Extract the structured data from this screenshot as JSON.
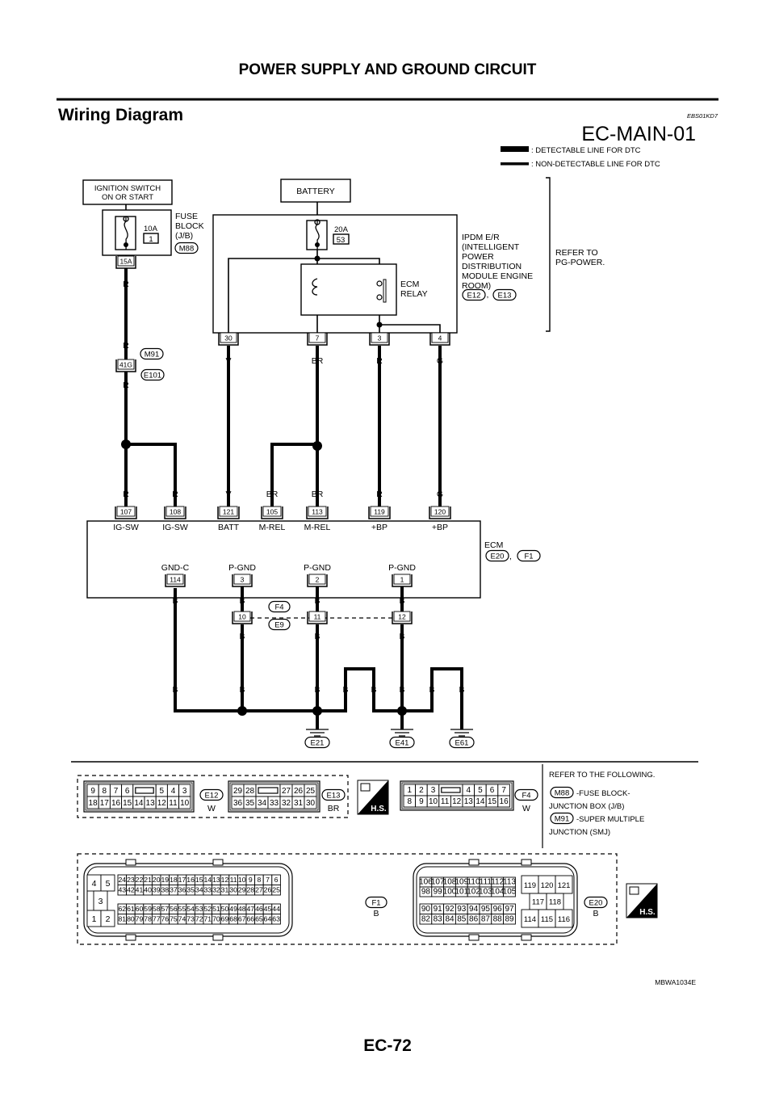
{
  "page": {
    "section_title": "POWER SUPPLY AND GROUND CIRCUIT",
    "heading": "Wiring Diagram",
    "ref_code": "EBS01KD7",
    "diagram_id": "EC-MAIN-01",
    "figure_code": "MBWA1034E",
    "page_number": "EC-72"
  },
  "legend": {
    "detectable": ": DETECTABLE LINE FOR DTC",
    "non_detectable": ": NON-DETECTABLE LINE FOR DTC"
  },
  "components": {
    "ignition_switch": [
      "IGNITION SWITCH",
      "ON OR START"
    ],
    "fuse_block": {
      "lines": [
        "FUSE",
        "BLOCK",
        "(J/B)"
      ],
      "connector": "M88",
      "fuse_rating": "10A",
      "fuse_no": "1",
      "terminal": "15A"
    },
    "battery": "BATTERY",
    "ipdm": {
      "lines": [
        "IPDM E/R",
        "(INTELLIGENT",
        "POWER",
        "DISTRIBUTION",
        "MODULE ENGINE",
        "ROOM)"
      ],
      "connectors": [
        "E12",
        "E13"
      ],
      "fuse_rating": "20A",
      "fuse_no": "53",
      "relay": [
        "ECM",
        "RELAY"
      ],
      "pins": [
        "30",
        "7",
        "3",
        "4"
      ],
      "wire_colors": [
        "V",
        "BR",
        "R",
        "G"
      ]
    },
    "refer": [
      "REFER TO",
      "PG-POWER."
    ],
    "joint": {
      "terminal": "41G",
      "connectors": [
        "M91",
        "E101"
      ],
      "wire_colors": [
        "R",
        "R",
        "R"
      ]
    },
    "ecm": {
      "label": "ECM",
      "connectors": [
        "E20",
        "F1"
      ],
      "comma": ",",
      "top_pins": [
        "107",
        "108",
        "121",
        "105",
        "113",
        "119",
        "120"
      ],
      "top_names": [
        "IG-SW",
        "IG-SW",
        "BATT",
        "M-REL",
        "M-REL",
        "+BP",
        "+BP"
      ],
      "top_colors": [
        "R",
        "R",
        "V",
        "BR",
        "BR",
        "R",
        "G"
      ],
      "bottom_pins": [
        "114",
        "3",
        "2",
        "1"
      ],
      "bottom_names": [
        "GND-C",
        "P-GND",
        "P-GND",
        "P-GND"
      ],
      "bottom_colors": [
        "B",
        "B",
        "B",
        "B"
      ]
    },
    "inline": {
      "connectors": [
        "F4",
        "E9"
      ],
      "pins": [
        "10",
        "11",
        "12"
      ],
      "colors": [
        "B",
        "B",
        "B"
      ]
    },
    "ground_colors": [
      "B",
      "B",
      "B",
      "B",
      "B",
      "B",
      "B",
      "B"
    ],
    "grounds": [
      "E21",
      "E41",
      "E61"
    ]
  },
  "connector_views": {
    "e12": {
      "id": "E12",
      "color": "W",
      "rows": [
        [
          "9",
          "8",
          "7",
          "6",
          null,
          "5",
          "4",
          "3"
        ],
        [
          "18",
          "17",
          "16",
          "15",
          "14",
          "13",
          "12",
          "11",
          "10"
        ]
      ]
    },
    "e13": {
      "id": "E13",
      "color": "BR",
      "rows": [
        [
          "29",
          "28",
          null,
          "27",
          "26",
          "25"
        ],
        [
          "36",
          "35",
          "34",
          "33",
          "32",
          "31",
          "30"
        ]
      ]
    },
    "f4": {
      "id": "F4",
      "color": "W",
      "rows": [
        [
          "1",
          "2",
          "3",
          null,
          "4",
          "5",
          "6",
          "7"
        ],
        [
          "8",
          "9",
          "10",
          "11",
          "12",
          "13",
          "14",
          "15",
          "16"
        ]
      ]
    },
    "f1": {
      "id": "F1",
      "color": "B",
      "power": [
        "4",
        "5",
        "3",
        "1",
        "2"
      ],
      "rows": [
        [
          "24",
          "23",
          "22",
          "21",
          "20",
          "19",
          "18",
          "17",
          "16",
          "15",
          "14",
          "13",
          "12",
          "11",
          "10",
          "9",
          "8",
          "7",
          "6"
        ],
        [
          "43",
          "42",
          "41",
          "40",
          "39",
          "38",
          "37",
          "36",
          "35",
          "34",
          "33",
          "32",
          "31",
          "30",
          "29",
          "28",
          "27",
          "26",
          "25"
        ],
        [
          "62",
          "61",
          "60",
          "59",
          "58",
          "57",
          "56",
          "55",
          "54",
          "53",
          "52",
          "51",
          "50",
          "49",
          "48",
          "47",
          "46",
          "45",
          "44"
        ],
        [
          "81",
          "80",
          "79",
          "78",
          "77",
          "76",
          "75",
          "74",
          "73",
          "72",
          "71",
          "70",
          "69",
          "68",
          "67",
          "66",
          "65",
          "64",
          "63"
        ]
      ]
    },
    "e20": {
      "id": "E20",
      "color": "B",
      "rows": [
        [
          "106",
          "107",
          "108",
          "109",
          "110",
          "111",
          "112",
          "113"
        ],
        [
          "98",
          "99",
          "100",
          "101",
          "102",
          "103",
          "104",
          "105"
        ],
        [
          "90",
          "91",
          "92",
          "93",
          "94",
          "95",
          "96",
          "97"
        ],
        [
          "82",
          "83",
          "84",
          "85",
          "86",
          "87",
          "88",
          "89"
        ]
      ],
      "power": [
        [
          "119",
          "120",
          "121"
        ],
        [
          "117",
          "118"
        ],
        [
          "114",
          "115",
          "116"
        ]
      ]
    },
    "hs_label": "H.S."
  },
  "refer_following": {
    "title": "REFER TO THE FOLLOWING.",
    "items": [
      {
        "id": "M88",
        "text": "-FUSE BLOCK-",
        "cont": "JUNCTION BOX (J/B)"
      },
      {
        "id": "M91",
        "text": "-SUPER MULTIPLE",
        "cont": "JUNCTION (SMJ)"
      }
    ]
  }
}
